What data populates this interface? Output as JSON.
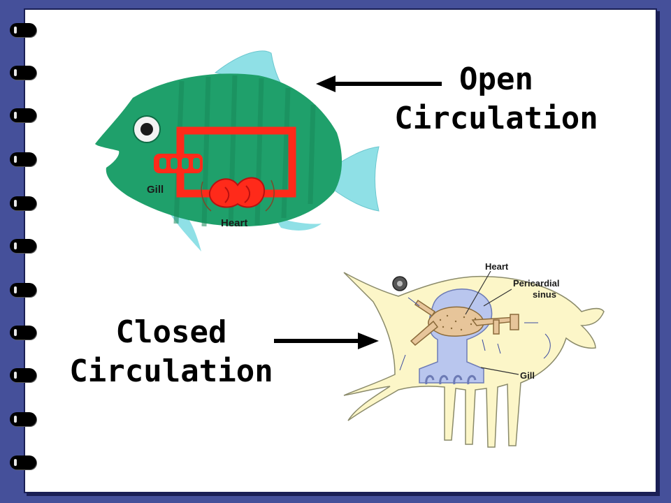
{
  "labels": {
    "open_line1": "Open",
    "open_line2": "Circulation",
    "closed_line1": "Closed",
    "closed_line2": "Circulation"
  },
  "fish_diagram": {
    "gill": "Gill",
    "heart": "Heart"
  },
  "invertebrate_diagram": {
    "heart": "Heart",
    "pericardial_line1": "Pericardial",
    "pericardial_line2": "sinus",
    "gill": "Gill"
  },
  "colors": {
    "background": "#45509a",
    "fish_body": "#1fa06b",
    "fish_fin": "#8fe0e6",
    "vessel": "#ff2a1a",
    "invertebrate_body": "#fcf6c8",
    "sinus": "#b9c6ee",
    "heart_tissue": "#e7c59a"
  }
}
